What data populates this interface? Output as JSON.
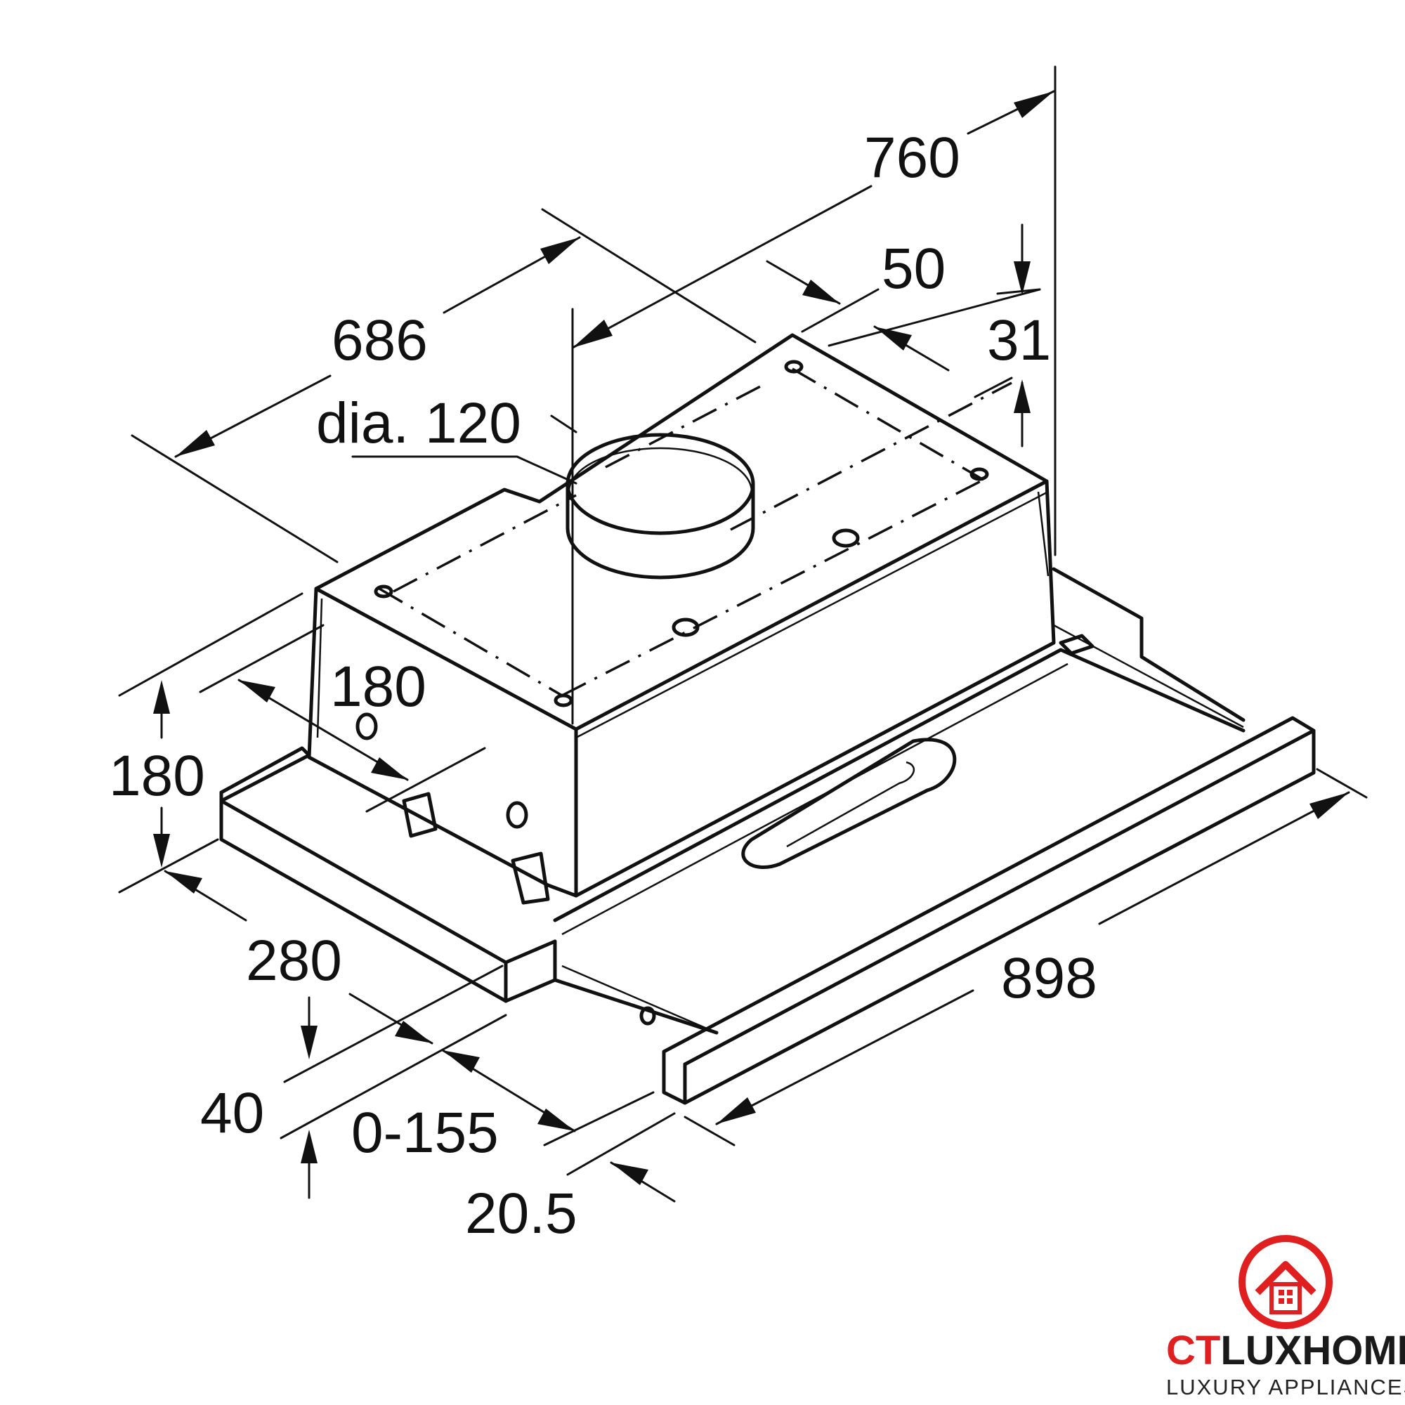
{
  "dimensions": {
    "d760": "760",
    "d50": "50",
    "d31": "31",
    "d686": "686",
    "dia": "dia. 120",
    "d180_inner": "180",
    "d180_side": "180",
    "d280": "280",
    "d40": "40",
    "d0155": "0-155",
    "d205": "20.5",
    "d898": "898"
  },
  "logo": {
    "brand_prefix": "CT",
    "brand_suffix": "LUXHOME",
    "tagline": "LUXURY APPLIANCES",
    "colors": {
      "red": "#e02020",
      "dark": "#1a1a1a"
    }
  }
}
